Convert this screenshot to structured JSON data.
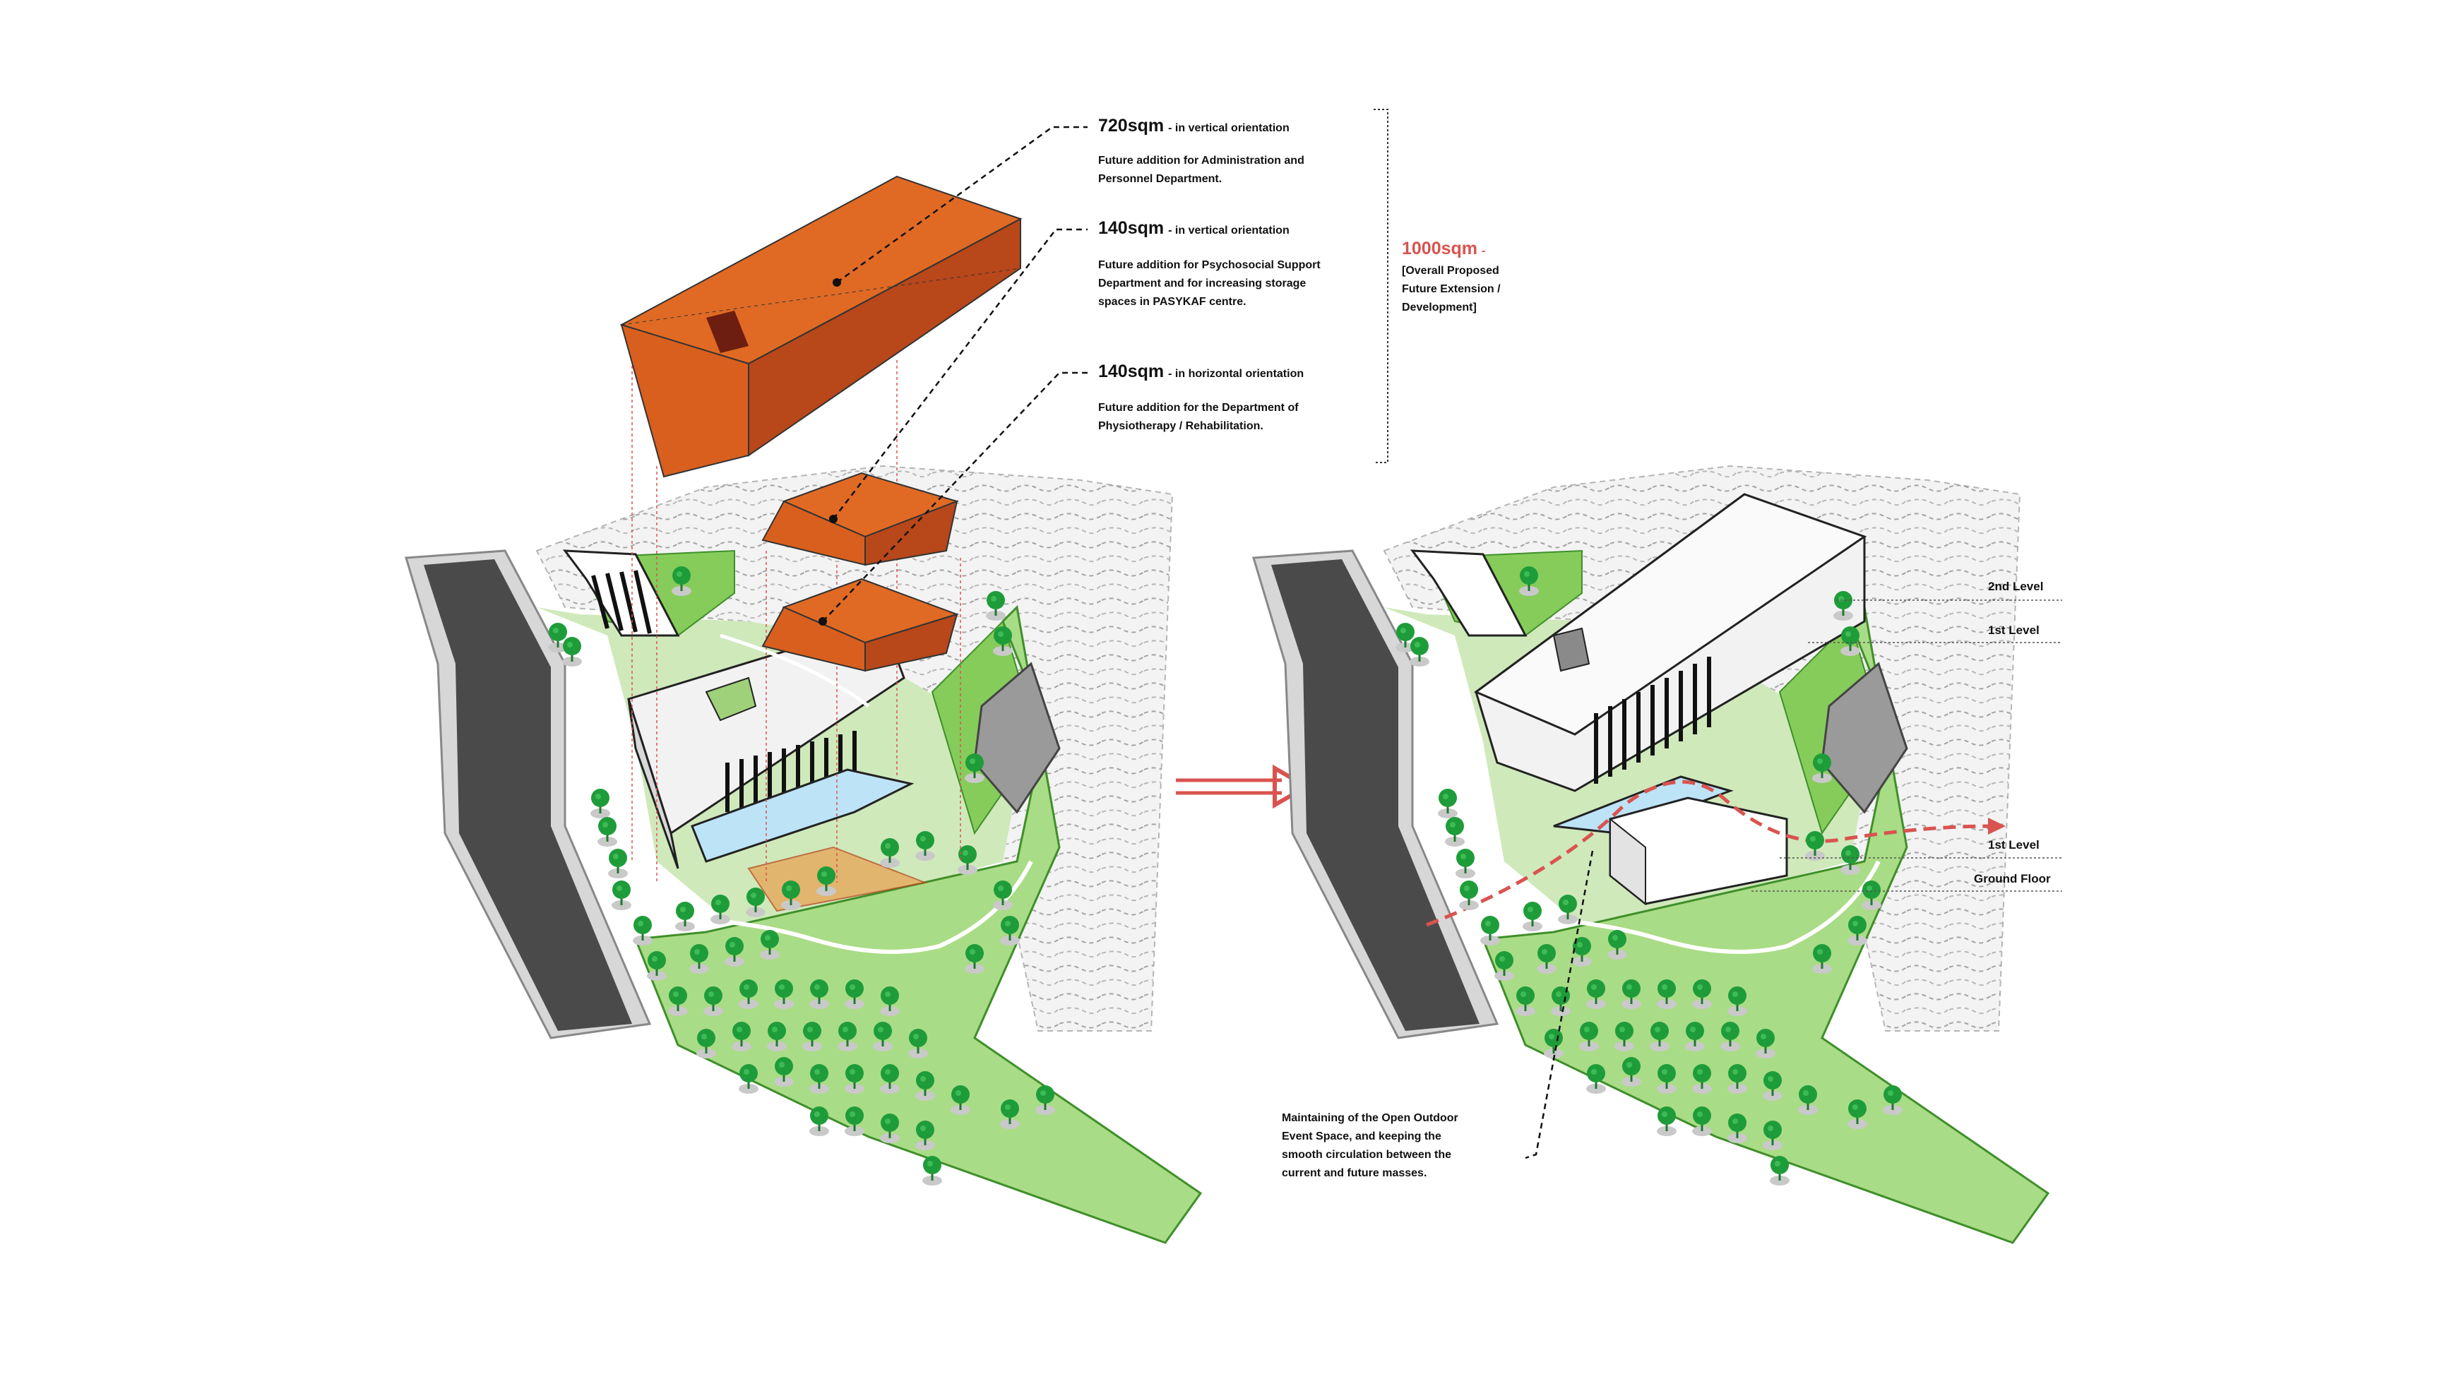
{
  "colors": {
    "accent_red": "#d9534f",
    "mass_orange": "#d95f1e",
    "mass_orange_dark": "#b8471a",
    "mass_orange_top": "#e06a24",
    "grass_light": "#a9dc86",
    "grass_mid": "#86cc5a",
    "grass_dark": "#6fbf45",
    "tree_green": "#1f9c3a",
    "road_dark": "#4a4a4a",
    "building_white": "#f2f2f2",
    "building_gray": "#9a9a9a"
  },
  "annotations": {
    "mass_720": {
      "area": "720sqm",
      "orientation": "- in vertical orientation",
      "description": [
        "Future addition for Administration and",
        "Personnel Department."
      ]
    },
    "mass_140_vertical": {
      "area": "140sqm",
      "orientation": "- in vertical orientation",
      "description": [
        "Future addition for Psychosocial Support",
        "Department and for increasing storage",
        "spaces in PASYKAF centre."
      ]
    },
    "mass_140_horizontal": {
      "area": "140sqm",
      "orientation": "- in horizontal orientation",
      "description": [
        "Future addition for the Department of",
        "Physiotherapy / Rehabilitation."
      ]
    },
    "total": {
      "area": "1000sqm",
      "dash": "-",
      "description": [
        "[Overall Proposed",
        "Future Extension /",
        "Development]"
      ]
    }
  },
  "levels": {
    "second": "2nd Level",
    "first_upper": "1st Level",
    "first_lower": "1st Level",
    "ground": "Ground Floor"
  },
  "outdoor_note": [
    "Maintaining of the Open Outdoor",
    "Event Space, and keeping the",
    "smooth circulation between the",
    "current and future masses."
  ]
}
